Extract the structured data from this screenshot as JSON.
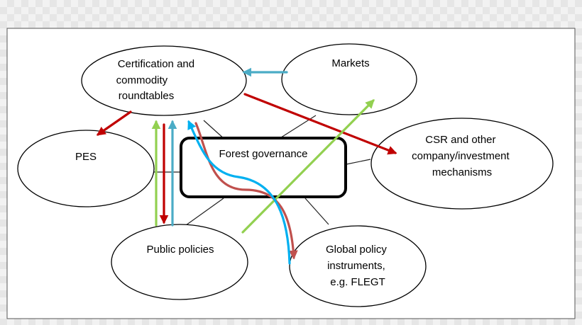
{
  "nodes": {
    "certification": [
      "Certification and",
      "commodity",
      "roundtables"
    ],
    "markets": [
      "Markets"
    ],
    "pes": [
      "PES"
    ],
    "forest_governance": [
      "Forest governance"
    ],
    "csr": [
      "CSR and other",
      "company/investment",
      "mechanisms"
    ],
    "public_policies": [
      "Public policies"
    ],
    "global_policy": [
      "Global policy",
      "instruments,",
      "e.g. FLEGT"
    ]
  },
  "colors": {
    "red_arrow": "#c00000",
    "blue_arrow": "#4bacc6",
    "blue_curve": "#00b0f0",
    "green_arrow": "#92d050",
    "dark_red_curve": "#c0504d",
    "connector": "#222222",
    "frame": "#ffffff"
  }
}
